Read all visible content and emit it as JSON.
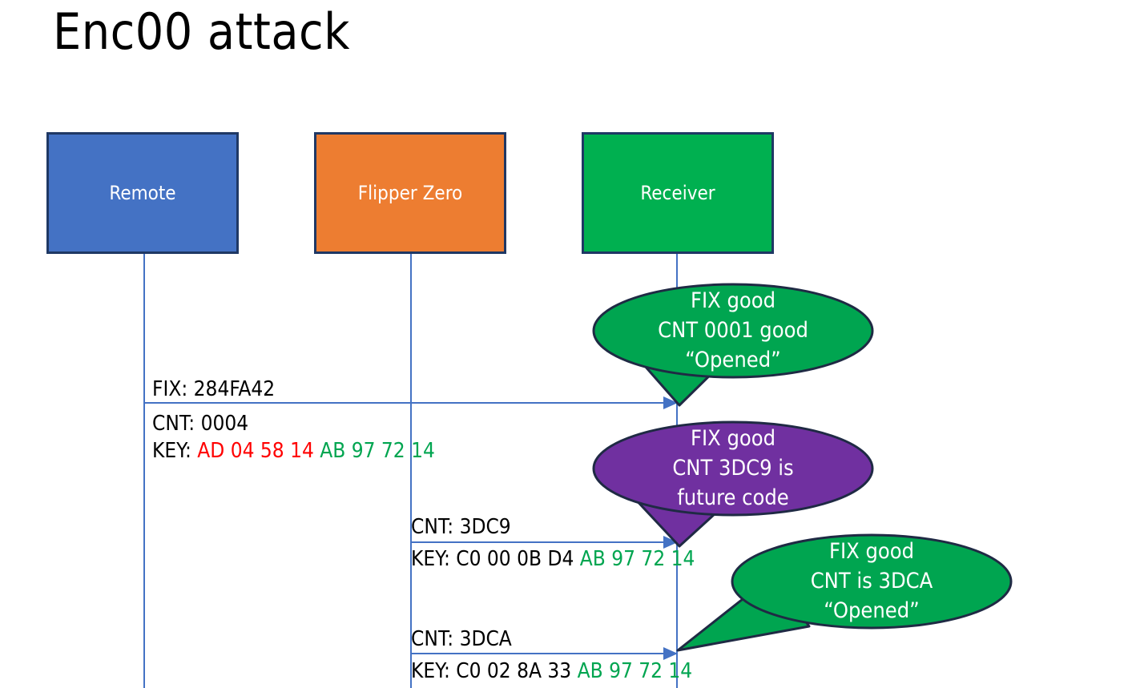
{
  "slide": {
    "title": "Enc00 attack",
    "background": "#FFFFFF"
  },
  "colors": {
    "remote_fill": "#4472C4",
    "flipper_fill": "#ED7D31",
    "receiver_fill": "#00B050",
    "box_border": "#1F3864",
    "bubble_green": "#00A550",
    "bubble_purple": "#7030A0",
    "bubble_border": "#1F2A44",
    "arrow_line": "#4472C4",
    "hex_red": "#FF0000",
    "hex_green": "#00A550",
    "text_black": "#000000"
  },
  "actors": [
    {
      "name": "remote",
      "label": "Remote",
      "fill": "#4472C4"
    },
    {
      "name": "flipper",
      "label": "Flipper Zero",
      "fill": "#ED7D31"
    },
    {
      "name": "receiver",
      "label": "Receiver",
      "fill": "#00B050"
    }
  ],
  "messages": [
    {
      "name": "remote-to-receiver",
      "from": "remote",
      "to": "receiver",
      "above_label": "FIX: 284FA42",
      "lines": [
        {
          "label": "CNT: 0004"
        },
        {
          "label_prefix": "KEY: ",
          "segments": [
            {
              "text": "AD 04 58 14 ",
              "color": "red"
            },
            {
              "text": "AB 97 72 14",
              "color": "green"
            }
          ]
        }
      ]
    },
    {
      "name": "flipper-to-receiver-1",
      "from": "flipper",
      "to": "receiver",
      "above_label": "CNT: 3DC9",
      "lines": [
        {
          "label_prefix": "KEY: ",
          "segments": [
            {
              "text": "C0 00 0B D4 ",
              "color": "black"
            },
            {
              "text": "AB 97 72 14",
              "color": "green"
            }
          ]
        }
      ]
    },
    {
      "name": "flipper-to-receiver-2",
      "from": "flipper",
      "to": "receiver",
      "above_label": "CNT: 3DCA",
      "lines": [
        {
          "label_prefix": "KEY: ",
          "segments": [
            {
              "text": "C0 02 8A 33 ",
              "color": "black"
            },
            {
              "text": "AB 97 72 14",
              "color": "green"
            }
          ]
        }
      ]
    }
  ],
  "callouts": [
    {
      "name": "callout-fix-good-cnt-0001",
      "fill": "#00A550",
      "lines": [
        "FIX good",
        "CNT 0001 good",
        "“Opened”"
      ]
    },
    {
      "name": "callout-future-code",
      "fill": "#7030A0",
      "lines": [
        "FIX good",
        "CNT 3DC9 is",
        "future code"
      ]
    },
    {
      "name": "callout-fix-good-cnt-3dca",
      "fill": "#00A550",
      "lines": [
        "FIX good",
        "CNT is 3DCA",
        "“Opened”"
      ]
    }
  ],
  "message_text": {
    "m1_fix": "FIX: 284FA42",
    "m1_cnt": "CNT: 0004",
    "m1_key_prefix": "KEY: ",
    "m1_key_red": "AD 04 58 14 ",
    "m1_key_green": "AB 97 72 14",
    "m2_cnt": "CNT: 3DC9",
    "m2_key_prefix": "KEY: ",
    "m2_key_black": "C0 00 0B D4 ",
    "m2_key_green": "AB 97 72 14",
    "m3_cnt": "CNT: 3DCA",
    "m3_key_prefix": "KEY: ",
    "m3_key_black": "C0 02 8A 33 ",
    "m3_key_green": "AB 97 72 14"
  },
  "bubble_text": {
    "b1_l1": "FIX good",
    "b1_l2": "CNT 0001 good",
    "b1_l3": "“Opened”",
    "b2_l1": "FIX good",
    "b2_l2": "CNT 3DC9 is",
    "b2_l3": "future code",
    "b3_l1": "FIX good",
    "b3_l2": "CNT is 3DCA",
    "b3_l3": "“Opened”"
  }
}
